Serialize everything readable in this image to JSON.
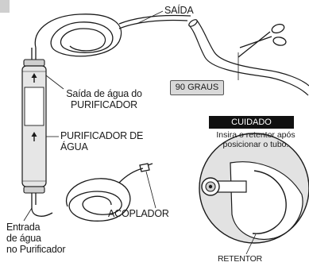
{
  "labels": {
    "saida": "SAÍDA",
    "saida_purificador_line1": "Saída de água do",
    "saida_purificador_line2": "PURIFICADOR",
    "purificador_line1": "PURIFICADOR DE",
    "purificador_line2": "ÁGUA",
    "acoplador": "ACOPLADOR",
    "entrada_line1": "Entrada",
    "entrada_line2": "de água",
    "entrada_line3": "no Purificador",
    "graus": "90 GRAUS",
    "cuidado": "CUIDADO",
    "nota_line1": "Insira o retentor após",
    "nota_line2": "posicionar o tubo.",
    "retentor": "RETENTOR"
  },
  "colors": {
    "stroke": "#1a1a1a",
    "filter_body": "#e6e6e6",
    "caution_bg": "#111111",
    "degree_box": "#d9d9d9",
    "detail_circle": "#e2e2e2"
  },
  "icons": [
    "scissors-icon",
    "arrow-up-icon",
    "coupler-icon"
  ]
}
